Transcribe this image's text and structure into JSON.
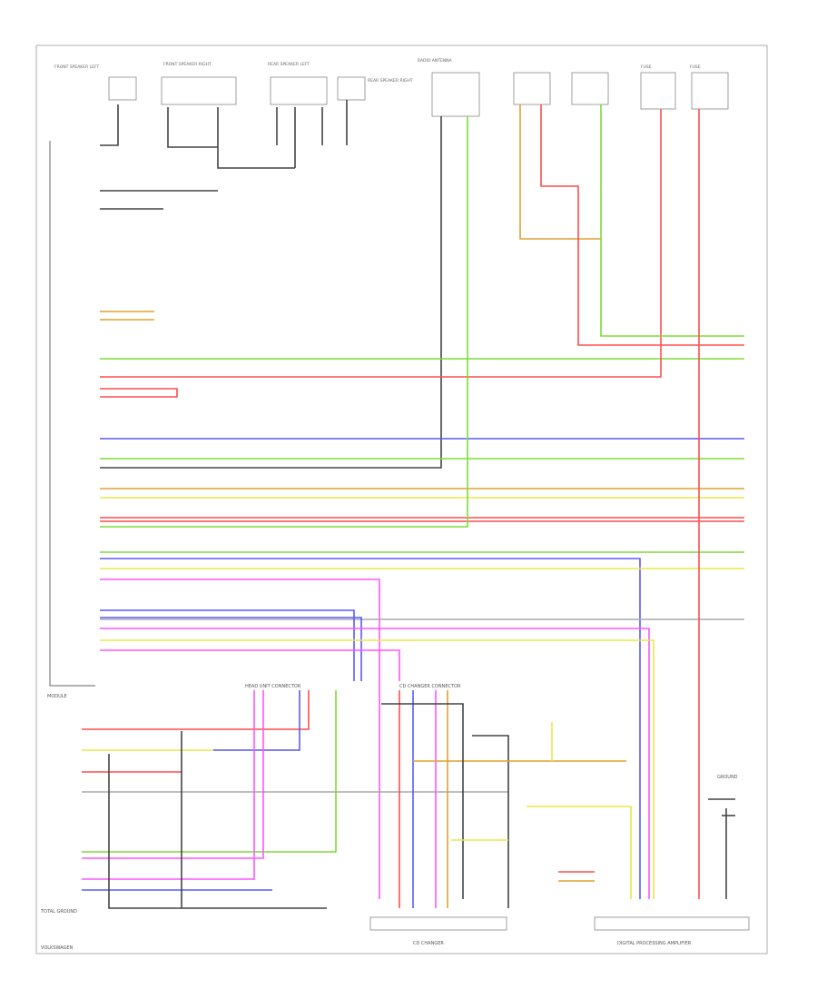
{
  "diagram": {
    "module_label": "MODULE",
    "bottom_left_label": "VOLKSWAGEN",
    "left_ground_label": "TOTAL GROUND",
    "ground_label": "GROUND",
    "connector_labels": {
      "head_unit_connector": "HEAD UNIT CONNECTOR",
      "cd_changer_connector": "CD CHANGER CONNECTOR",
      "cd_changer": "CD CHANGER",
      "radio_amp": "DIGITAL PROCESSING AMPLIFIER"
    },
    "components": [
      {
        "id": "comp-1",
        "label": "FRONT SPEAKER LEFT"
      },
      {
        "id": "comp-2",
        "label": "FRONT SPEAKER RIGHT"
      },
      {
        "id": "comp-3",
        "label": "REAR SPEAKER LEFT"
      },
      {
        "id": "comp-4",
        "label": "REAR SPEAKER RIGHT"
      },
      {
        "id": "comp-5",
        "label": "RADIO ANTENNA"
      },
      {
        "id": "comp-6",
        "label": "FUSE"
      },
      {
        "id": "comp-7",
        "label": "FUSE"
      }
    ],
    "wire_colors": {
      "red": "#ff4d4d",
      "green": "#7ddc3a",
      "blue": "#5a5aff",
      "yellow": "#e8e84a",
      "orange": "#e0a030",
      "magenta": "#ff55ff",
      "black": "#444444",
      "gray": "#aaaaaa"
    }
  }
}
